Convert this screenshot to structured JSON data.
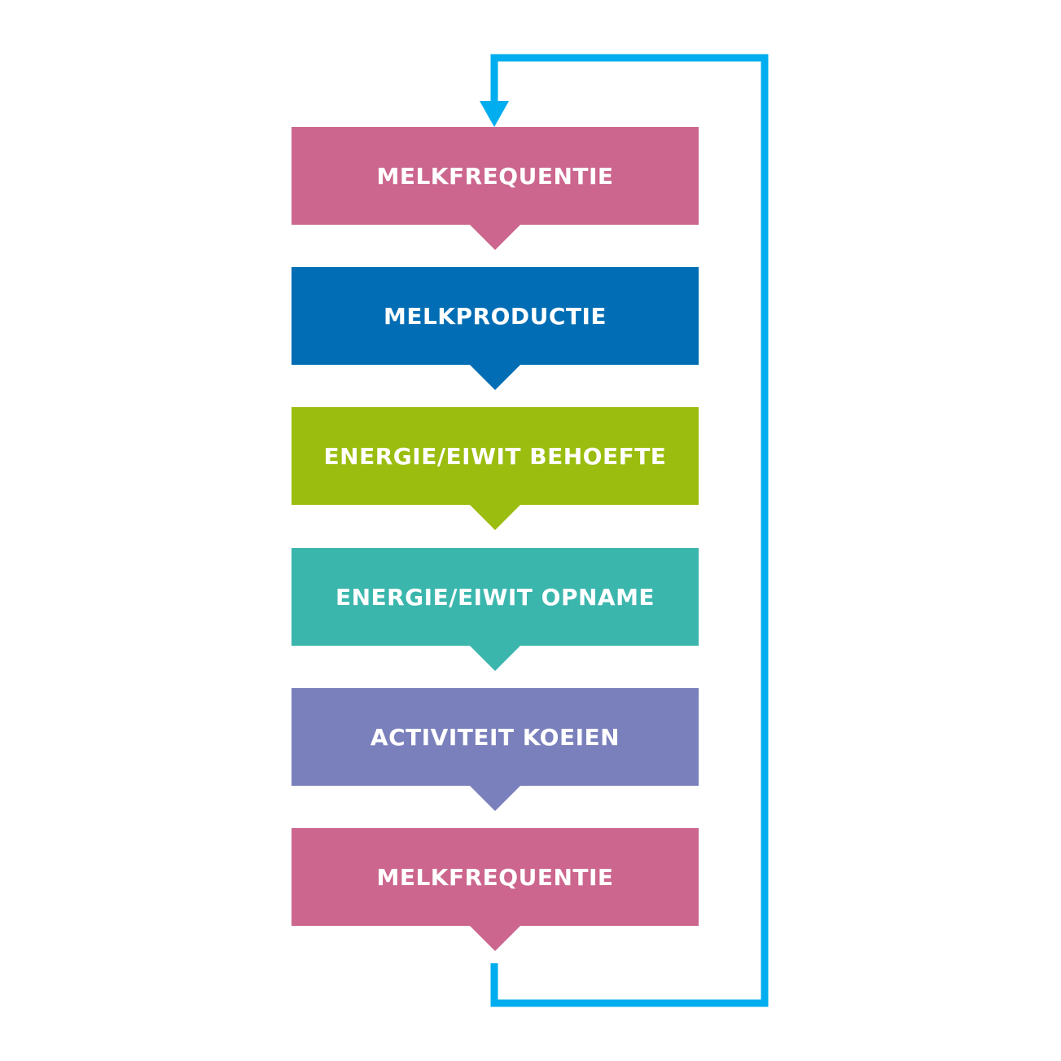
{
  "steps": [
    {
      "label": "MELKFREQUENTIE",
      "color": "#cc668e"
    },
    {
      "label": "MELKPRODUCTIE",
      "color": "#006db4"
    },
    {
      "label": "ENERGIE/EIWIT BEHOEFTE",
      "color": "#9bbd0f"
    },
    {
      "label": "ENERGIE/EIWIT OPNAME",
      "color": "#3bb6ad"
    },
    {
      "label": "ACTIVITEIT KOEIEN",
      "color": "#7a80bc"
    },
    {
      "label": "MELKFREQUENTIE",
      "color": "#cc668e"
    }
  ],
  "loop_arrow": {
    "color": "#00adee",
    "icon": "return-loop-arrow"
  }
}
